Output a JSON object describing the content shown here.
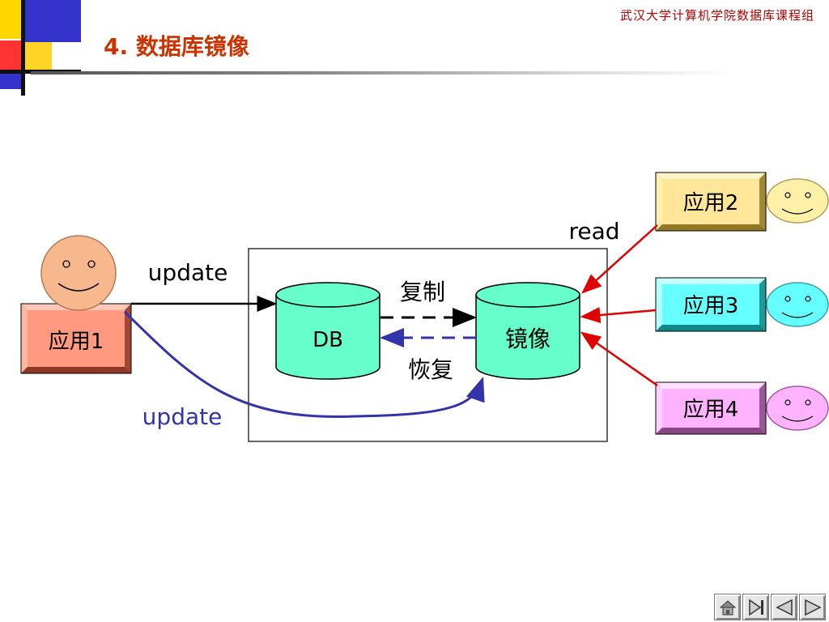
{
  "header": {
    "course": "武汉大学计算机学院数据库课程组",
    "title": "4. 数据库镜像"
  },
  "diagram": {
    "app1": "应用1",
    "app2": "应用2",
    "app3": "应用3",
    "app4": "应用4",
    "db": "DB",
    "mirror": "镜像",
    "copy": "复制",
    "restore": "恢复",
    "update_top": "update",
    "update_bottom": "update",
    "read": "read"
  },
  "colors": {
    "title": "#cc3300",
    "cylinder": "#66ffcc",
    "app1": "#ff9a80",
    "app2": "#ffe699",
    "app3": "#66ffff",
    "app4": "#ffb3ff",
    "read_arrow": "#e00000",
    "update_curve": "#3333aa"
  },
  "nav": {
    "home_icon": "home-icon",
    "last_icon": "last-icon",
    "prev_icon": "prev-icon",
    "next_icon": "next-icon"
  }
}
